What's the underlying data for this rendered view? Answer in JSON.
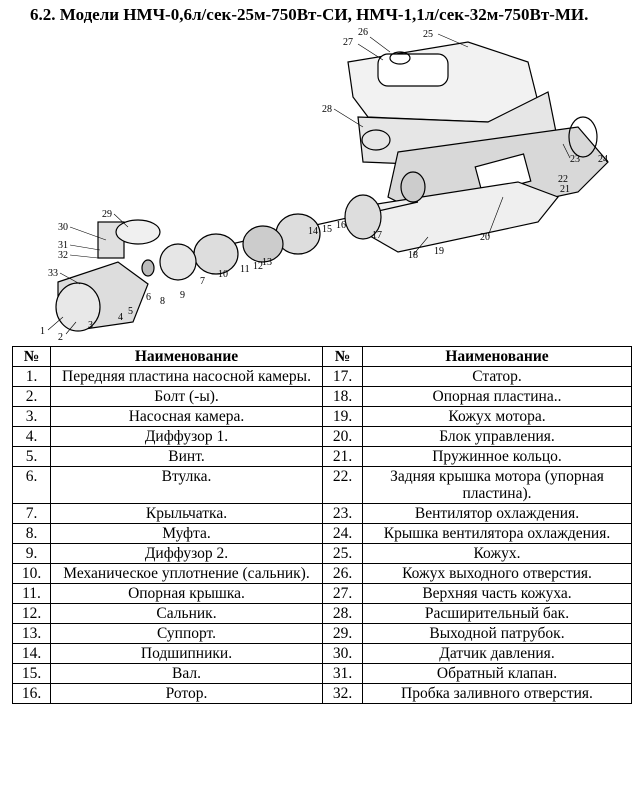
{
  "title": "6.2. Модели НМЧ-0,6л/сек-25м-750Вт-СИ, НМЧ-1,1л/сек-32м-750Вт-МИ.",
  "diagram_labels": [
    "1",
    "2",
    "3",
    "4",
    "5",
    "6",
    "7",
    "8",
    "9",
    "10",
    "11",
    "12",
    "13",
    "14",
    "15",
    "16",
    "17",
    "18",
    "19",
    "20",
    "21",
    "22",
    "23",
    "24",
    "25",
    "26",
    "27",
    "28",
    "29",
    "30",
    "31",
    "32",
    "33"
  ],
  "table": {
    "headers": {
      "num": "№",
      "name": "Наименование",
      "num2": "№",
      "name2": "Наименование"
    },
    "rows": [
      {
        "n1": "1.",
        "name1": "Передняя пластина насосной камеры.",
        "n2": "17.",
        "name2": "Статор."
      },
      {
        "n1": "2.",
        "name1": "Болт (-ы).",
        "n2": "18.",
        "name2": "Опорная пластина.."
      },
      {
        "n1": "3.",
        "name1": "Насосная камера.",
        "n2": "19.",
        "name2": "Кожух мотора."
      },
      {
        "n1": "4.",
        "name1": "Диффузор 1.",
        "n2": "20.",
        "name2": "Блок управления."
      },
      {
        "n1": "5.",
        "name1": "Винт.",
        "n2": "21.",
        "name2": "Пружинное кольцо."
      },
      {
        "n1": "6.",
        "name1": "Втулка.",
        "n2": "22.",
        "name2": "Задняя крышка мотора (упорная пластина)."
      },
      {
        "n1": "7.",
        "name1": "Крыльчатка.",
        "n2": "23.",
        "name2": "Вентилятор охлаждения."
      },
      {
        "n1": "8.",
        "name1": "Муфта.",
        "n2": "24.",
        "name2": "Крышка вентилятора охлаждения."
      },
      {
        "n1": "9.",
        "name1": "Диффузор 2.",
        "n2": "25.",
        "name2": "Кожух."
      },
      {
        "n1": "10.",
        "name1": "Механическое уплотнение (сальник).",
        "n2": "26.",
        "name2": "Кожух выходного отверстия."
      },
      {
        "n1": "11.",
        "name1": "Опорная крышка.",
        "n2": "27.",
        "name2": "Верхняя часть кожуха."
      },
      {
        "n1": "12.",
        "name1": "Сальник.",
        "n2": "28.",
        "name2": "Расширительный бак."
      },
      {
        "n1": "13.",
        "name1": "Суппорт.",
        "n2": "29.",
        "name2": "Выходной патрубок."
      },
      {
        "n1": "14.",
        "name1": "Подшипники.",
        "n2": "30.",
        "name2": "Датчик давления."
      },
      {
        "n1": "15.",
        "name1": "Вал.",
        "n2": "31.",
        "name2": "Обратный клапан."
      },
      {
        "n1": "16.",
        "name1": "Ротор.",
        "n2": "32.",
        "name2": "Пробка заливного отверстия."
      }
    ]
  }
}
